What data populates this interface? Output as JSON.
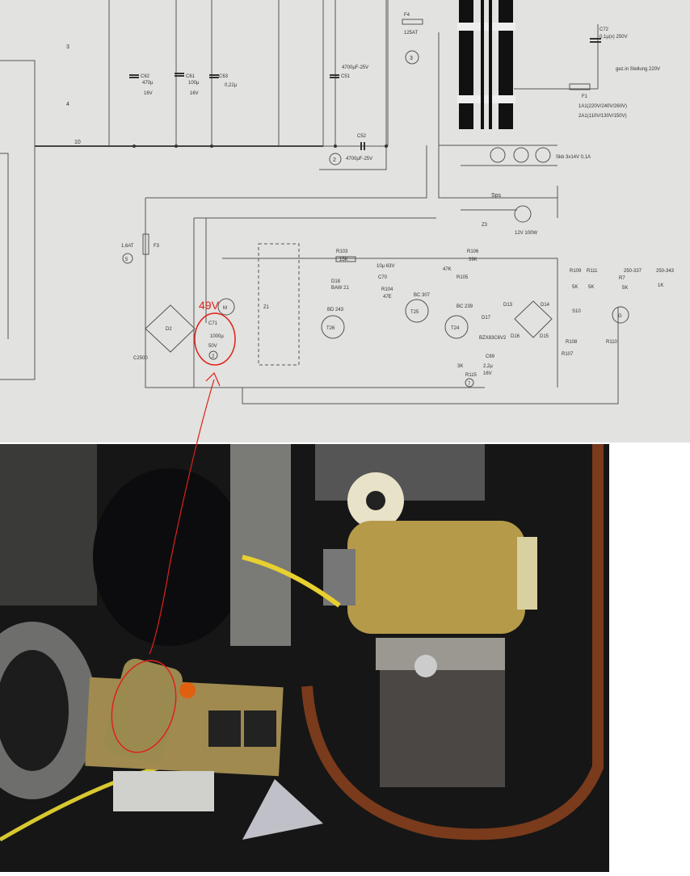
{
  "schematic": {
    "connectors": [
      "3",
      "4",
      "10"
    ],
    "c62": {
      "name": "C62",
      "value": "470µ",
      "voltage": "16V"
    },
    "c61": {
      "name": "C61",
      "value": "100µ",
      "voltage": "16V"
    },
    "c63": {
      "name": "C63",
      "value": "0,22µ"
    },
    "c51": {
      "name": "C51",
      "value": "4700µF-25V"
    },
    "c52": {
      "name": "C52",
      "value": "4700µF-25V",
      "marker": "2"
    },
    "f4": {
      "name": "F4",
      "value": "125AT",
      "marker": "3"
    },
    "c72": {
      "name": "C72",
      "value": "0,1µ(x) 250V"
    },
    "ground_note": "gez.in Stellung 220V",
    "f1": {
      "name": "F1",
      "note1": "1A1(220V/240V/260V)",
      "note2": "2A1(110V/130V/150V)"
    },
    "skb": "Skb  3x14V 0,1A",
    "sps": "Sps",
    "z3": "Z3",
    "lamp": "12V 100W",
    "f3": {
      "name": "F3",
      "value": "1,6AT",
      "marker": "5"
    },
    "bridge": {
      "name": "D2",
      "type": "C2500"
    },
    "motor": "M",
    "c71": {
      "name": "C71",
      "value": "1000µ",
      "voltage": "50V",
      "marker": "2"
    },
    "handwritten_voltage": "49V",
    "z1": "Z1",
    "r103": {
      "name": "R103",
      "value": "15K"
    },
    "d18": {
      "name": "D18",
      "type": "BAW 21"
    },
    "c70": {
      "name": "C70",
      "value": "10µ 63V"
    },
    "r104": {
      "name": "R104",
      "value": "47E"
    },
    "t26": {
      "name": "T26",
      "type": "BD 243"
    },
    "t25": {
      "name": "T25",
      "type": "BC 307"
    },
    "r105": {
      "name": "R105",
      "value": "47K"
    },
    "r106": {
      "name": "R106",
      "value": "39K"
    },
    "t24": {
      "name": "T24",
      "type": "BC 239"
    },
    "d17": {
      "name": "D17",
      "type": "BZX83C6V2"
    },
    "c69": {
      "name": "C69",
      "value": "2,2µ",
      "voltage": "16V"
    },
    "r115": {
      "name": "R115",
      "value": "3K",
      "marker": "7"
    },
    "diodes": [
      "D13",
      "D14",
      "D15",
      "D16"
    ],
    "r107": "R107",
    "r108": "R108",
    "r109": {
      "name": "R109",
      "value": "5K"
    },
    "r111": {
      "name": "R111",
      "value": "5K"
    },
    "r7": {
      "name": "R7",
      "value": "5K"
    },
    "s10": "S10",
    "range1": "250-337",
    "range2": "250-343",
    "r1k": "1K",
    "r110": "R110",
    "generator": "G"
  },
  "colors": {
    "annotation": "#e0201a",
    "paper": "#e2e2e0"
  }
}
